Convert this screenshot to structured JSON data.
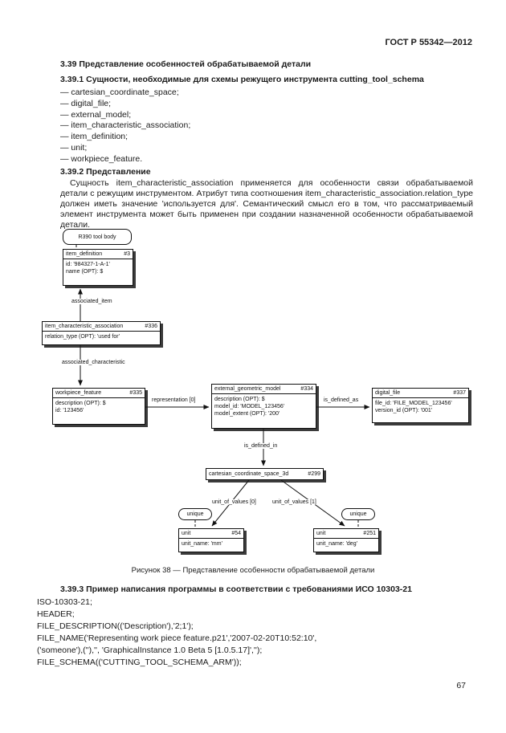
{
  "page": {
    "header": "ГОСТ Р 55342—2012",
    "number": "67"
  },
  "s39": {
    "title": "3.39 Представление особенностей обрабатываемой детали"
  },
  "s391": {
    "title": "3.39.1 Сущности, необходимые для схемы режущего инструмента cutting_tool_schema",
    "items": [
      "— cartesian_coordinate_space;",
      "— digital_file;",
      "— external_model;",
      "— item_characteristic_association;",
      "— item_definition;",
      "— unit;",
      "— workpiece_feature."
    ]
  },
  "s392": {
    "title": "3.39.2 Представление",
    "text": "Сущность item_characteristic_association применяется для особенности связи обрабатываемой детали с режущим инструментом. Атрибут типа соотношения item_characteristic_association.relation_type должен иметь значение 'используется для'. Семантический смысл его в том, что рассматриваемый элемент инструмента может быть применен при создании назначенной особенности обрабатываемой детали."
  },
  "figure": {
    "caption": "Рисунок 38 — Представление особенности обрабатываемой детали",
    "tool_body": "R390 tool body",
    "unique": "unique",
    "boxes": {
      "item_definition": {
        "name": "item_definition",
        "num": "#3",
        "attrs": [
          "id: '984327-1-A-1'",
          "name (OPT): $"
        ]
      },
      "item_characteristic_association": {
        "name": "item_characteristic_association",
        "num": "#336",
        "attrs": [
          "relation_type (OPT): 'used for'"
        ]
      },
      "workpiece_feature": {
        "name": "workpiece_feature",
        "num": "#335",
        "attrs": [
          "description (OPT): $",
          "id: '123456'"
        ]
      },
      "external_geometric_model": {
        "name": "external_geometric_model",
        "num": "#334",
        "attrs": [
          "description (OPT): $",
          "model_id: 'MODEL_123456'",
          "model_extent (OPT): '200'"
        ]
      },
      "digital_file": {
        "name": "digital_file",
        "num": "#337",
        "attrs": [
          "file_id: 'FILE_MODEL_123456'",
          "version_id (OPT): '001'"
        ]
      },
      "cartesian_coordinate_space_3d": {
        "name": "cartesian_coordinate_space_3d",
        "num": "#299"
      },
      "unit_mm": {
        "name": "unit",
        "num": "#54",
        "attrs": [
          "unit_name: 'mm'"
        ]
      },
      "unit_deg": {
        "name": "unit",
        "num": "#251",
        "attrs": [
          "unit_name: 'deg'"
        ]
      }
    },
    "edges": {
      "associated_item": "associated_item",
      "associated_characteristic": "associated_characteristic",
      "representation": "representation [0]",
      "is_defined_as": "is_defined_as",
      "is_defined_in": "is_defined_in",
      "unit_of_values_0": "unit_of_values [0]",
      "unit_of_values_1": "unit_of_values [1]"
    }
  },
  "s393": {
    "title": "3.39.3 Пример написания программы в соответствии с требованиями ИСО 10303-21",
    "code": [
      "ISO-10303-21;",
      "HEADER;",
      "FILE_DESCRIPTION(('Description'),'2;1');",
      "FILE_NAME('Representing work piece feature.p21','2007-02-20T10:52:10',",
      "('someone'),(''),'', 'GraphicalInstance 1.0 Beta 5 [1.0.5.17]','');",
      "FILE_SCHEMA(('CUTTING_TOOL_SCHEMA_ARM'));"
    ]
  }
}
